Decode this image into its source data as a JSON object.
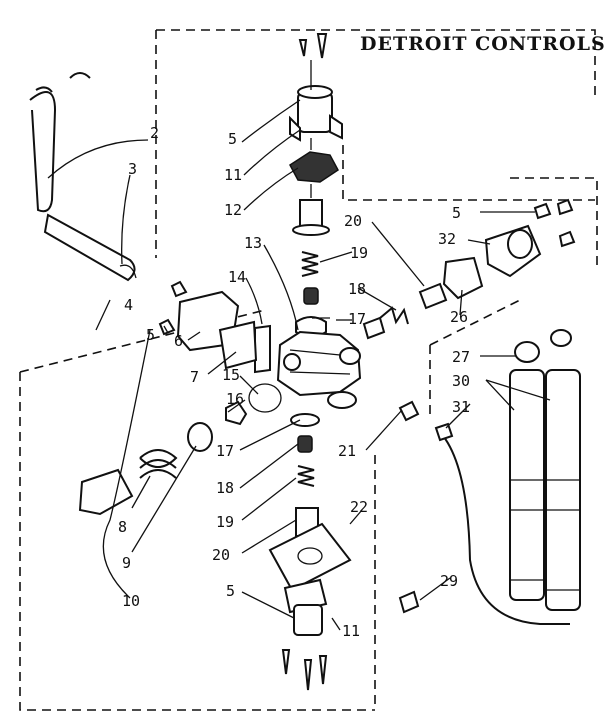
{
  "title": "DETROIT CONTROLS",
  "callouts": [
    {
      "id": "c1",
      "text": "2"
    },
    {
      "id": "c2",
      "text": "3"
    },
    {
      "id": "c3",
      "text": "4"
    },
    {
      "id": "c4",
      "text": "5"
    },
    {
      "id": "c5",
      "text": "6"
    },
    {
      "id": "c6",
      "text": "7"
    },
    {
      "id": "c7",
      "text": "8"
    },
    {
      "id": "c8",
      "text": "9"
    },
    {
      "id": "c9",
      "text": "10"
    },
    {
      "id": "c10",
      "text": "5"
    },
    {
      "id": "c11",
      "text": "11"
    },
    {
      "id": "c12",
      "text": "12"
    },
    {
      "id": "c13",
      "text": "13"
    },
    {
      "id": "c14",
      "text": "14"
    },
    {
      "id": "c15",
      "text": "15"
    },
    {
      "id": "c16",
      "text": "16"
    },
    {
      "id": "c17",
      "text": "17"
    },
    {
      "id": "c18",
      "text": "18"
    },
    {
      "id": "c19",
      "text": "19"
    },
    {
      "id": "c20",
      "text": "20"
    },
    {
      "id": "c21",
      "text": "5"
    },
    {
      "id": "c22",
      "text": "11"
    },
    {
      "id": "c23",
      "text": "20"
    },
    {
      "id": "c24",
      "text": "19"
    },
    {
      "id": "c25",
      "text": "18"
    },
    {
      "id": "c26",
      "text": "17"
    },
    {
      "id": "c27",
      "text": "22"
    },
    {
      "id": "c28",
      "text": "21"
    },
    {
      "id": "c29",
      "text": "29"
    },
    {
      "id": "c30",
      "text": "5"
    },
    {
      "id": "c31",
      "text": "32"
    },
    {
      "id": "c32",
      "text": "26"
    },
    {
      "id": "c33",
      "text": "27"
    },
    {
      "id": "c34",
      "text": "30"
    },
    {
      "id": "c35",
      "text": "31"
    }
  ]
}
